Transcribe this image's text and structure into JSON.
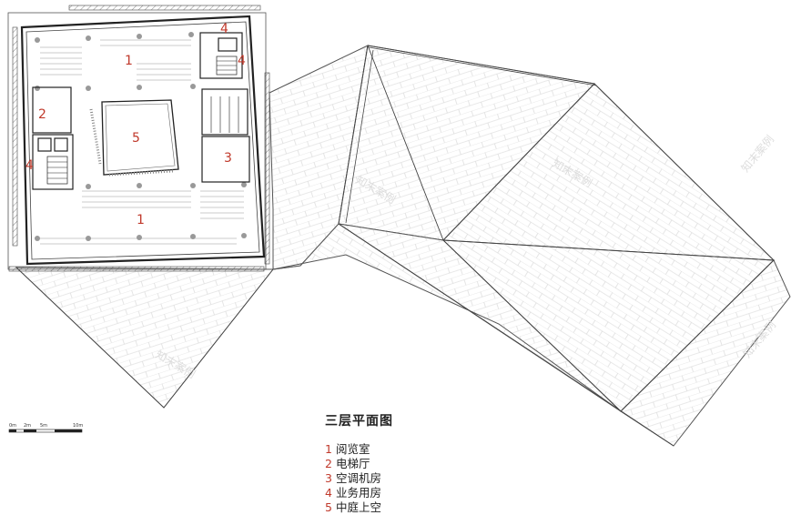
{
  "title": "三层平面图",
  "legend": [
    {
      "num": "1",
      "label": "阅览室"
    },
    {
      "num": "2",
      "label": "电梯厅"
    },
    {
      "num": "3",
      "label": "空调机房"
    },
    {
      "num": "4",
      "label": "业务用房"
    },
    {
      "num": "5",
      "label": "中庭上空"
    }
  ],
  "room_numbers": {
    "reading_top": "1",
    "reading_bottom": "1",
    "elevator_hall": "2",
    "ac_room": "3",
    "office_left": "4",
    "office_right_top": "4",
    "office_right_mid": "4",
    "atrium": "5"
  },
  "scale_bar": {
    "labels": [
      "0m",
      "2m",
      "5m",
      "10m"
    ]
  },
  "watermark": "知末案例",
  "colors": {
    "line": "#333333",
    "hatch": "#d2d2d2",
    "number": "#c0392b"
  }
}
